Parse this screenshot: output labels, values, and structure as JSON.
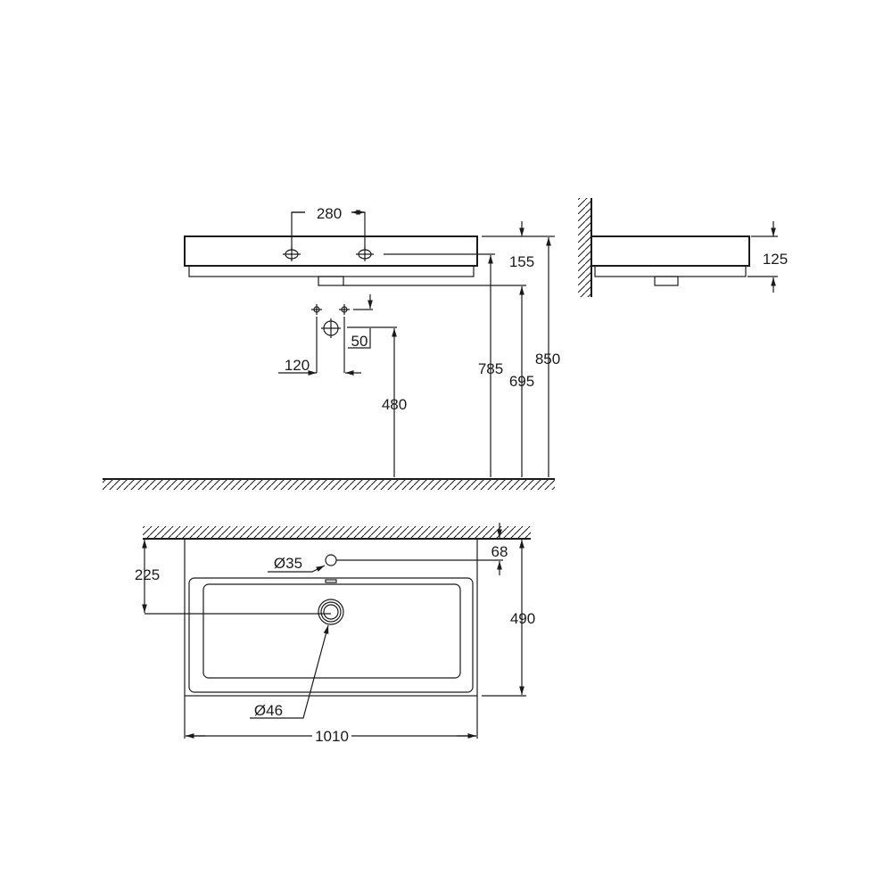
{
  "front_view": {
    "tap_spacing": "280",
    "rim_height": "155",
    "tap_height": "785",
    "bottom_height": "695",
    "overall_height": "850",
    "waste_height": "480",
    "supply_offset": "50",
    "supply_spacing": "120"
  },
  "side_view": {
    "depth": "125"
  },
  "top_view": {
    "tap_hole_diameter": "Ø35",
    "tap_hole_from_wall": "68",
    "waste_from_wall": "225",
    "waste_diameter": "Ø46",
    "depth": "490",
    "width": "1010"
  },
  "colors": {
    "line": "#1a1a1a",
    "background": "#ffffff"
  }
}
